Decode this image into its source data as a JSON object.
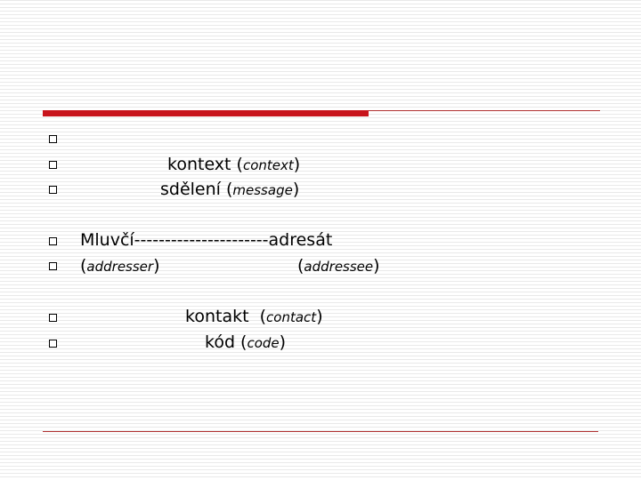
{
  "slide": {
    "rows": {
      "context": {
        "word": "kontext",
        "gloss": "context"
      },
      "message": {
        "word": "sdělení",
        "gloss": "message"
      },
      "speaker_line": "Mluvčí----------------------adresát",
      "addresser": "addresser",
      "addressee": "addressee",
      "contact": {
        "word": "kontakt",
        "gloss": "contact"
      },
      "code": {
        "word": "kód",
        "gloss": "code"
      }
    }
  }
}
